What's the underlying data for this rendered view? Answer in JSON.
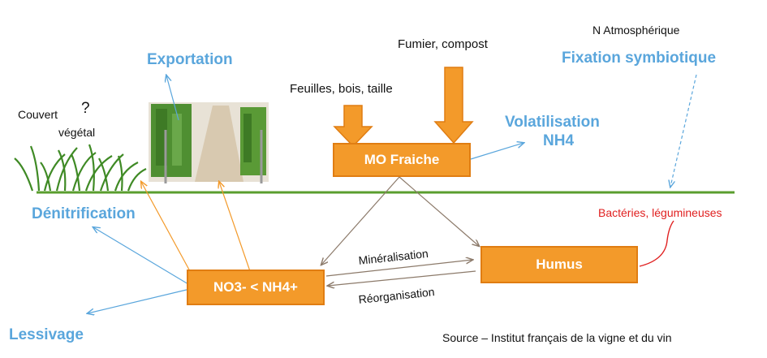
{
  "labels": {
    "exportation": "Exportation",
    "couvert": "Couvert",
    "question": "?",
    "vegetal": "végétal",
    "fumier": "Fumier, compost",
    "feuilles": "Feuilles, bois, taille",
    "n_atmos": "N Atmosphérique",
    "fixation": "Fixation symbiotique",
    "volatilisation": "Volatilisation",
    "nh4": "NH4",
    "denitrification": "Dénitrification",
    "bacteries": "Bactéries, légumineuses",
    "mineralisation": "Minéralisation",
    "reorganisation": "Réorganisation",
    "lessivage": "Lessivage",
    "source": "Source – Institut  français de la vigne et du vin"
  },
  "boxes": {
    "mo": "MO Fraiche",
    "humus": "Humus",
    "no3": "NO3- < NH4+"
  },
  "colors": {
    "accent_blue": "#5aa6dc",
    "orange": "#f39a2a",
    "ground": "#5a9e2e",
    "red": "#e02020"
  }
}
